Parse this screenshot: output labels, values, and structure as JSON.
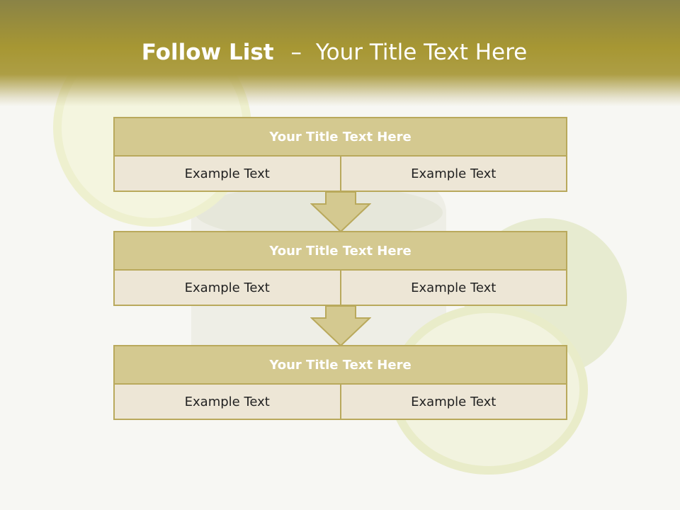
{
  "slide": {
    "title_bold": "Follow List",
    "title_dash": "–",
    "title_rest": "Your Title Text Here"
  },
  "blocks": [
    {
      "title": "Your Title Text Here",
      "left": "Example Text",
      "right": "Example Text"
    },
    {
      "title": "Your Title Text Here",
      "left": "Example Text",
      "right": "Example Text"
    },
    {
      "title": "Your Title Text Here",
      "left": "Example Text",
      "right": "Example Text"
    }
  ],
  "colors": {
    "header": "#a79733",
    "block_title_bg": "#d4c990",
    "block_cell_bg": "#ede6d6",
    "border": "#b9a95c"
  }
}
